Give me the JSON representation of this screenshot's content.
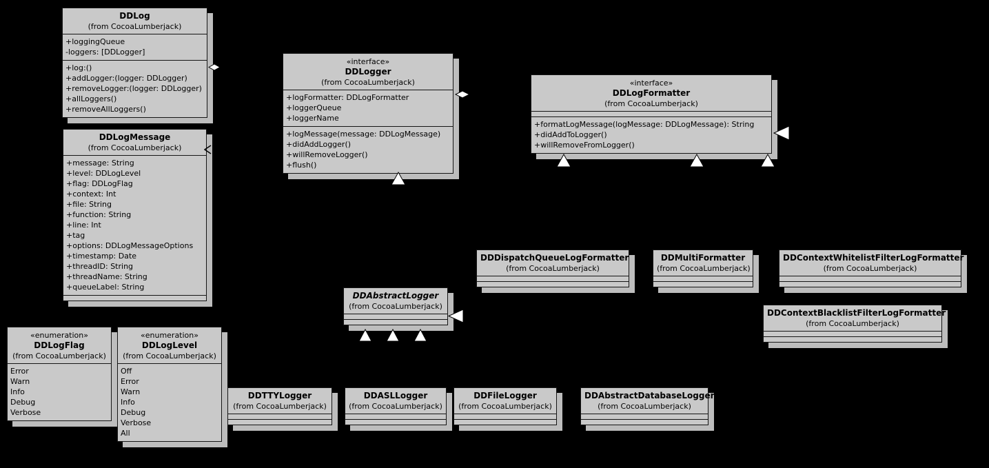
{
  "palette": {
    "background": "#000000",
    "box_fill": "#c9c9c9",
    "box_shadow": "#bdbdbd",
    "box_border": "#141414",
    "arrowhead_fill": "#ffffff",
    "arrowhead_stroke": "#000000"
  },
  "classes": {
    "ddlog": {
      "name": "DDLog",
      "from": "(from CocoaLumberjack)",
      "attributes": [
        "+loggingQueue",
        "-loggers: [DDLogger]"
      ],
      "methods": [
        "+log:()",
        "+addLogger:(logger: DDLogger)",
        "+removeLogger:(logger: DDLogger)",
        "+allLoggers()",
        "+removeAllLoggers()"
      ]
    },
    "ddlogmessage": {
      "name": "DDLogMessage",
      "from": "(from CocoaLumberjack)",
      "attributes": [
        "+message: String",
        "+level: DDLogLevel",
        "+flag: DDLogFlag",
        "+context: Int",
        "+file: String",
        "+function: String",
        "+line: Int",
        "+tag",
        "+options: DDLogMessageOptions",
        "+timestamp: Date",
        "+threadID: String",
        "+threadName: String",
        "+queueLabel: String"
      ],
      "methods": []
    },
    "ddlogger": {
      "stereotype": "«interface»",
      "name": "DDLogger",
      "from": "(from CocoaLumberjack)",
      "attributes": [
        "+logFormatter: DDLogFormatter",
        "+loggerQueue",
        "+loggerName"
      ],
      "methods": [
        "+logMessage(message: DDLogMessage)",
        "+didAddLogger()",
        "+willRemoveLogger()",
        "+flush()"
      ]
    },
    "ddlogformatter": {
      "stereotype": "«interface»",
      "name": "DDLogFormatter",
      "from": "(from CocoaLumberjack)",
      "attributes": [],
      "methods": [
        "+formatLogMessage(logMessage: DDLogMessage): String",
        "+didAddToLogger()",
        "+willRemoveFromLogger()"
      ]
    },
    "dddispatchqueuelogformatter": {
      "name": "DDDispatchQueueLogFormatter",
      "from": "(from CocoaLumberjack)",
      "attributes": [],
      "methods": []
    },
    "ddmultiformatter": {
      "name": "DDMultiFormatter",
      "from": "(from CocoaLumberjack)",
      "attributes": [],
      "methods": []
    },
    "ddcontextwhitelistfilterlogformatter": {
      "name": "DDContextWhitelistFilterLogFormatter",
      "from": "(from CocoaLumberjack)",
      "attributes": [],
      "methods": []
    },
    "ddcontextblacklistfilterlogformatter": {
      "name": "DDContextBlacklistFilterLogFormatter",
      "from": "(from CocoaLumberjack)",
      "attributes": [],
      "methods": []
    },
    "ddabstractlogger": {
      "name": "DDAbstractLogger",
      "from": "(from CocoaLumberjack)",
      "abstract": true,
      "attributes": [],
      "methods": []
    },
    "ddlogflag": {
      "stereotype": "«enumeration»",
      "name": "DDLogFlag",
      "from": "(from CocoaLumberjack)",
      "attributes": [
        "Error",
        "Warn",
        "Info",
        "Debug",
        "Verbose"
      ],
      "methods": []
    },
    "ddloglevel": {
      "stereotype": "«enumeration»",
      "name": "DDLogLevel",
      "from": "(from CocoaLumberjack)",
      "attributes": [
        "Off",
        "Error",
        "Warn",
        "Info",
        "Debug",
        "Verbose",
        "All"
      ],
      "methods": []
    },
    "ddttylogger": {
      "name": "DDTTYLogger",
      "from": "(from CocoaLumberjack)",
      "attributes": [],
      "methods": []
    },
    "ddasllogger": {
      "name": "DDASLLogger",
      "from": "(from CocoaLumberjack)",
      "attributes": [],
      "methods": []
    },
    "ddfilelogger": {
      "name": "DDFileLogger",
      "from": "(from CocoaLumberjack)",
      "attributes": [],
      "methods": []
    },
    "ddabstractdatabaselogger": {
      "name": "DDAbstractDatabaseLogger",
      "from": "(from CocoaLumberjack)",
      "attributes": [],
      "methods": []
    }
  },
  "connectors": [
    {
      "id": "ddlog-aggregation",
      "shape": "white-diamond",
      "meaning": "aggregation at DDLog"
    },
    {
      "id": "ddlogger-aggregation",
      "shape": "white-diamond",
      "meaning": "aggregation at DDLogger"
    },
    {
      "id": "ddlogmessage-association",
      "shape": "open-arrow-left",
      "meaning": "directed association into DDLogMessage"
    },
    {
      "id": "ddlogger-realization-below",
      "shape": "hollow-triangle-up",
      "meaning": "realization of DDLogger"
    },
    {
      "id": "ddlogformatter-realization-right",
      "shape": "hollow-triangle-left",
      "meaning": "realization of DDLogFormatter"
    },
    {
      "id": "ddlogformatter-realization-below-1",
      "shape": "hollow-triangle-up",
      "meaning": "realization of DDLogFormatter"
    },
    {
      "id": "ddlogformatter-realization-below-2",
      "shape": "hollow-triangle-up",
      "meaning": "realization of DDLogFormatter"
    },
    {
      "id": "ddlogformatter-realization-below-3",
      "shape": "hollow-triangle-up",
      "meaning": "realization of DDLogFormatter"
    },
    {
      "id": "ddabstractlogger-generalization-right",
      "shape": "hollow-triangle-left",
      "meaning": "generalization to DDAbstractLogger"
    },
    {
      "id": "ddabstractlogger-generalization-below-1",
      "shape": "hollow-triangle-up",
      "meaning": "generalization to DDAbstractLogger"
    },
    {
      "id": "ddabstractlogger-generalization-below-2",
      "shape": "hollow-triangle-up",
      "meaning": "generalization to DDAbstractLogger"
    },
    {
      "id": "ddabstractlogger-generalization-below-3",
      "shape": "hollow-triangle-up",
      "meaning": "generalization to DDAbstractLogger"
    }
  ]
}
